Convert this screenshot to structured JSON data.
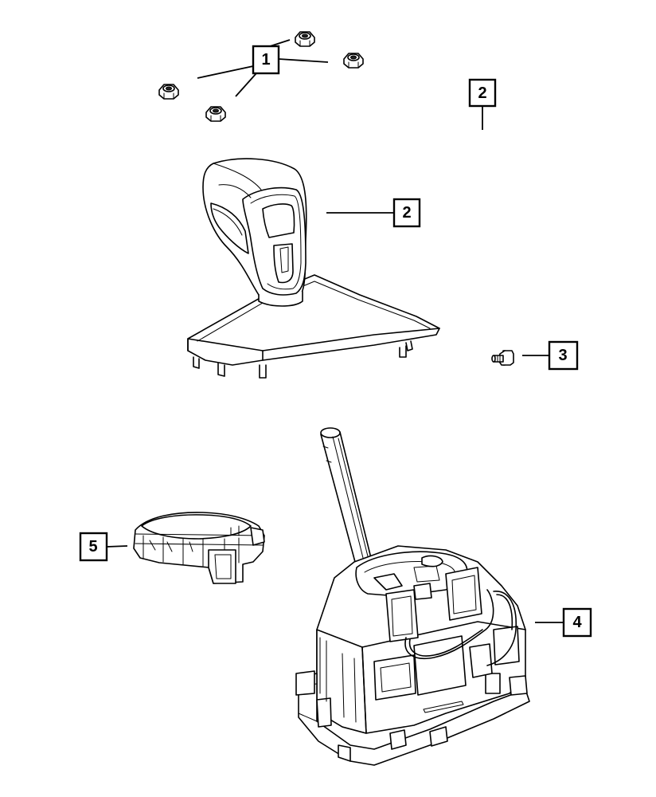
{
  "callouts": [
    {
      "id": "1",
      "label": "1"
    },
    {
      "id": "2a",
      "label": "2"
    },
    {
      "id": "2b",
      "label": "2"
    },
    {
      "id": "3",
      "label": "3"
    },
    {
      "id": "4",
      "label": "4"
    },
    {
      "id": "5",
      "label": "5"
    }
  ],
  "colors": {
    "line": "#000000",
    "background": "#ffffff"
  }
}
